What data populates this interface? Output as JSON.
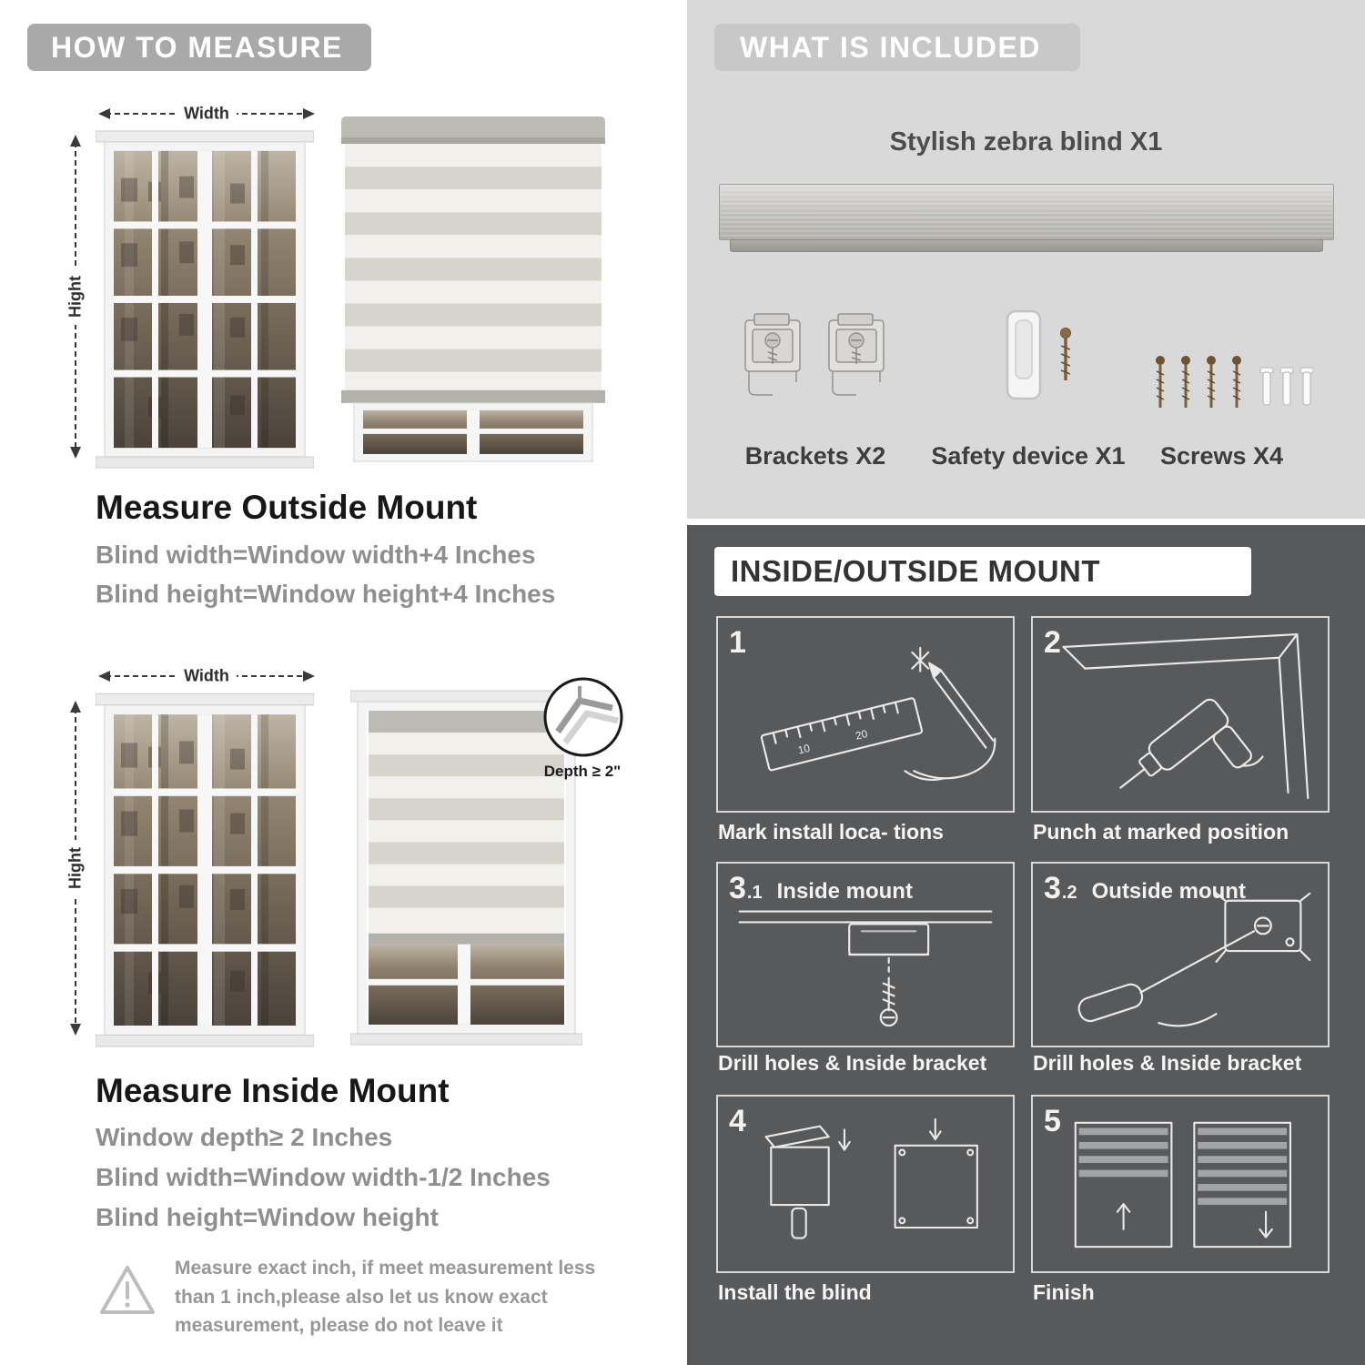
{
  "colors": {
    "left_banner": "#a9a9a9",
    "included_banner": "#c8c8c8",
    "light_bg": "#d9d9d9",
    "dark_bg": "#58595b",
    "formula_text": "#8f8f8f"
  },
  "icons": {
    "warning": "warning-triangle-icon",
    "width_arrow": "horizontal-dimension-arrow-icon",
    "height_arrow": "vertical-dimension-arrow-icon",
    "depth_detail": "corner-depth-magnifier-icon"
  },
  "left": {
    "header": "HOW TO MEASURE",
    "outside": {
      "width_label": "Width",
      "height_label": "Hight",
      "heading": "Measure Outside Mount",
      "line1": "Blind width=Window width+4 Inches",
      "line2": "Blind height=Window height+4 Inches"
    },
    "inside": {
      "width_label": "Width",
      "height_label": "Hight",
      "depth_label": "Depth ≥ 2\"",
      "heading": "Measure Inside Mount",
      "line1": "Window depth≥ 2 Inches",
      "line2": "Blind width=Window width-1/2 Inches",
      "line3": "Blind height=Window height"
    },
    "warning": "Measure exact inch, if meet measurement less than 1 inch,please also let us know exact measurement, please do not leave it"
  },
  "right": {
    "included": {
      "header": "WHAT IS INCLUDED",
      "product": "Stylish zebra blind X1",
      "items": [
        {
          "label": "Brackets X2"
        },
        {
          "label": "Safety device X1"
        },
        {
          "label": "Screws X4"
        }
      ]
    },
    "mount": {
      "header": "INSIDE/OUTSIDE MOUNT",
      "steps": [
        {
          "num": "1",
          "sub": "",
          "title": "",
          "caption": "Mark install loca- tions"
        },
        {
          "num": "2",
          "sub": "",
          "title": "",
          "caption": "Punch at  marked position"
        },
        {
          "num": "3",
          "sub": ".1",
          "title": "Inside mount",
          "caption": "Drill holes &  Inside bracket"
        },
        {
          "num": "3",
          "sub": ".2",
          "title": "Outside mount",
          "caption": "Drill holes &  Inside bracket"
        },
        {
          "num": "4",
          "sub": "",
          "title": "",
          "caption": "Install the blind"
        },
        {
          "num": "5",
          "sub": "",
          "title": "",
          "caption": "Finish"
        }
      ]
    }
  }
}
